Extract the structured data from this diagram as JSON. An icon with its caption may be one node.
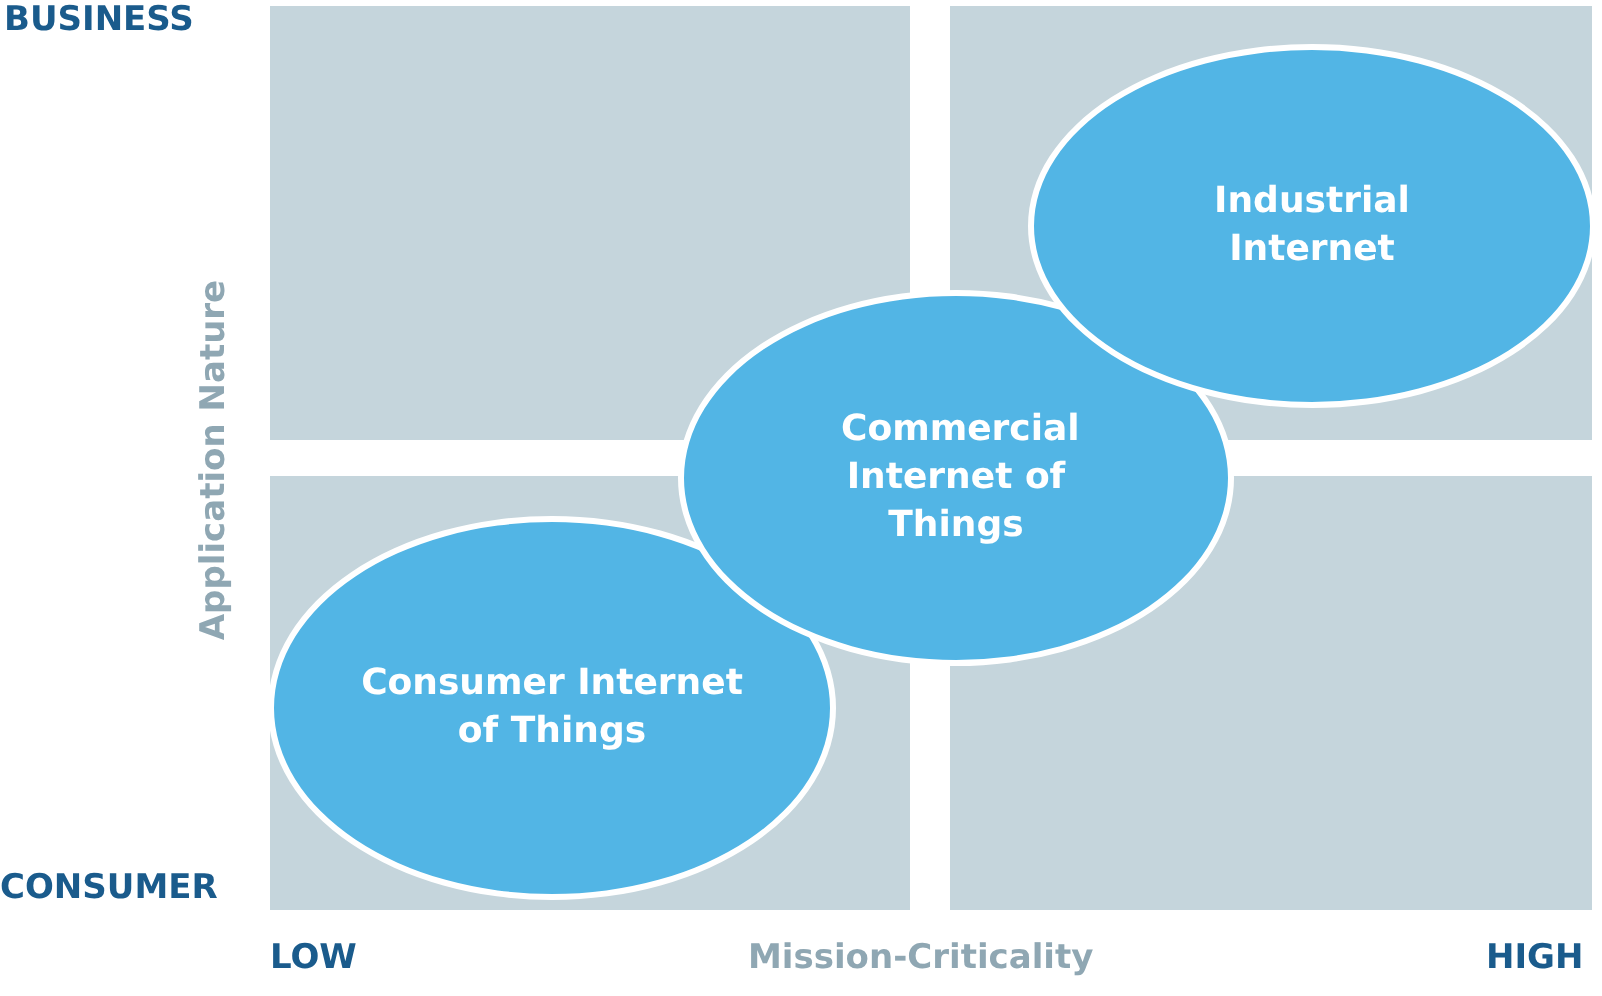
{
  "diagram": {
    "nodes": [
      {
        "text": [
          "Consumer Internet of Things"
        ]
      },
      {
        "text": [
          "Commercial Internet of Things"
        ]
      },
      {
        "text": [
          "Industrial Internet"
        ]
      }
    ],
    "edges": [],
    "labels": [
      "BUSINESS",
      "Application Nature",
      "CONSUMER",
      "LOW",
      "Mission-Criticality",
      "HIGH"
    ]
  }
}
